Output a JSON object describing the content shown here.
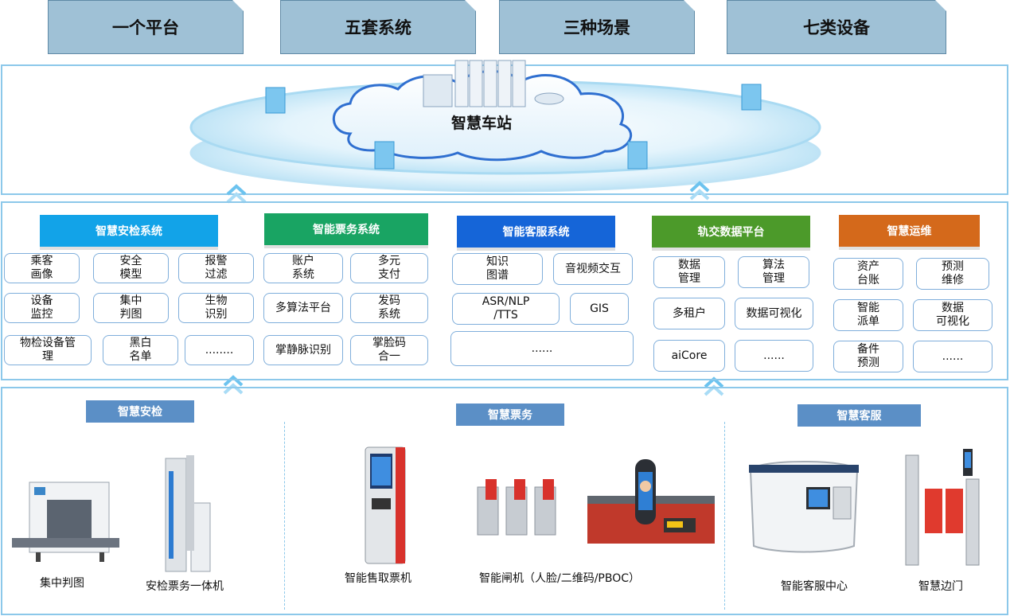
{
  "top_tabs": [
    "一个平台",
    "五套系统",
    "三种场景",
    "七类设备"
  ],
  "platform": {
    "title": "智慧车站"
  },
  "modules": [
    {
      "title": "智慧安检系统",
      "color": "#12a3e8",
      "items": [
        "乘客\n画像",
        "安全\n模型",
        "报警\n过滤",
        "设备\n监控",
        "集中\n判图",
        "生物\n识别",
        "物检设备管\n理",
        "黑白\n名单",
        "........"
      ]
    },
    {
      "title": "智能票务系统",
      "color": "#19a463",
      "items": [
        "账户\n系统",
        "多元\n支付",
        "多算法平台",
        "发码\n系统",
        "掌静脉识别",
        "掌脸码\n合一"
      ]
    },
    {
      "title": "智能客服系统",
      "color": "#1565d8",
      "items": [
        "知识\n图谱",
        "音视频交互",
        "ASR/NLP\n/TTS",
        "GIS",
        "......"
      ]
    },
    {
      "title": "轨交数据平台",
      "color": "#4c9a2a",
      "items": [
        "数据\n管理",
        "算法\n管理",
        "多租户",
        "数据可视化",
        "aiCore",
        "......"
      ]
    },
    {
      "title": "智慧运维",
      "color": "#d4691b",
      "items": [
        "资产\n台账",
        "预测\n维修",
        "智能\n派单",
        "数据\n可视化",
        "备件\n预测",
        "......"
      ]
    }
  ],
  "scenes": [
    {
      "title": "智慧安检",
      "devices": [
        "集中判图",
        "安检票务一体机"
      ]
    },
    {
      "title": "智慧票务",
      "devices": [
        "智能售取票机",
        "智能闸机（人脸/二维码/PBOC）"
      ]
    },
    {
      "title": "智慧客服",
      "devices": [
        "智能客服中心",
        "智慧边门"
      ]
    }
  ],
  "colors": {
    "frame": "#8cc8ea",
    "tab": "#9fc1d6",
    "sub_head": "#5b8fc6",
    "arrow": "#6cc3ef"
  }
}
